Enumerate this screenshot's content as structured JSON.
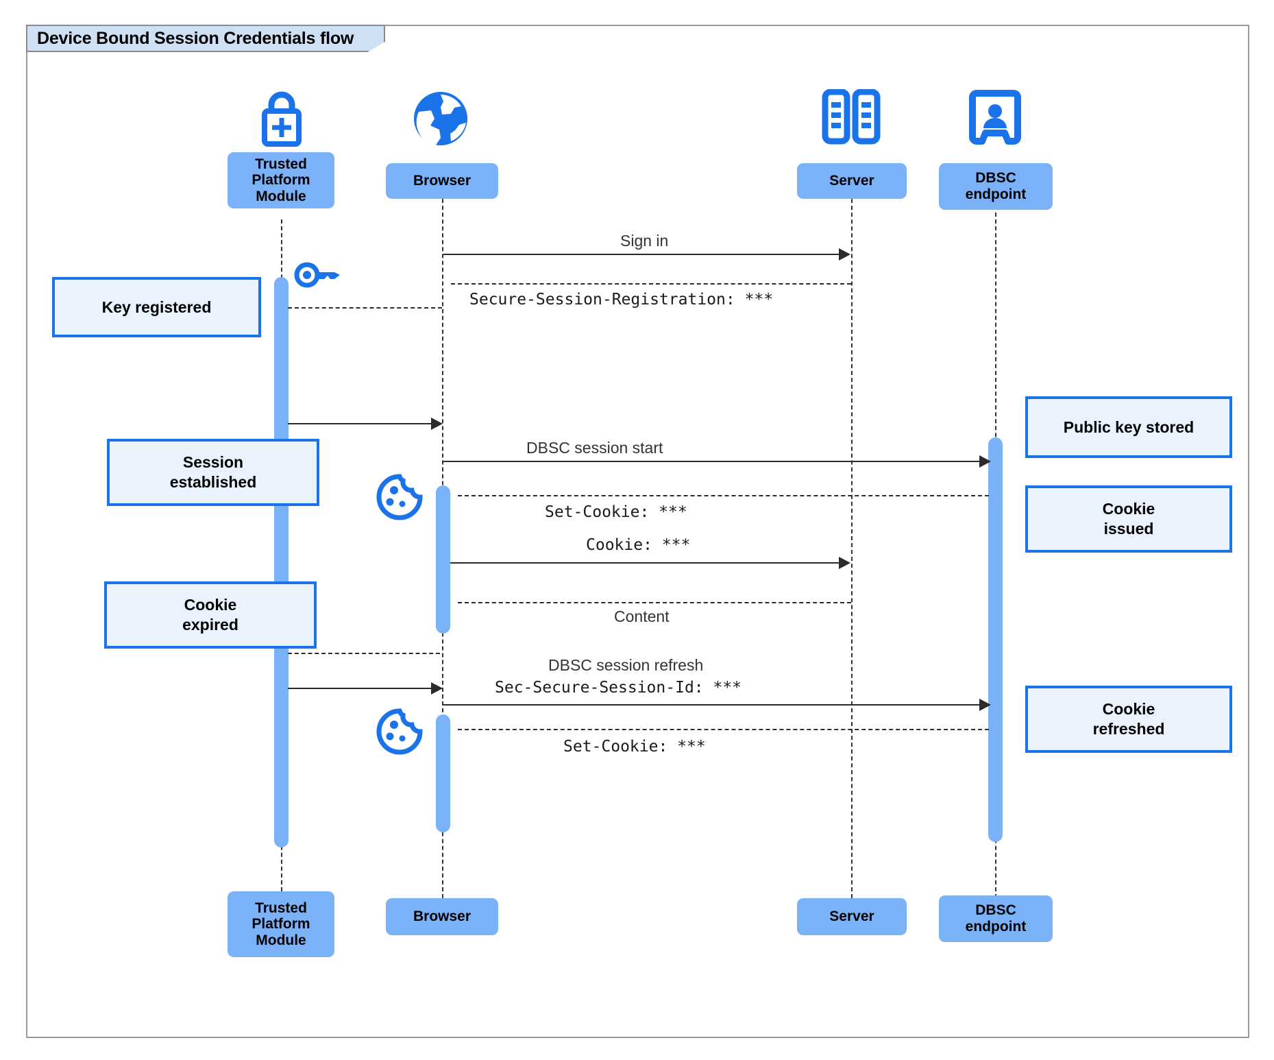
{
  "diagram": {
    "title": "Device Bound Session Credentials flow",
    "type": "uml-sequence-diagram",
    "colors": {
      "participant_fill": "#7bb1f7",
      "activation_fill": "#7bb1f7",
      "note_fill": "#eaf2fe",
      "note_border": "#1a73e8",
      "icon_blue": "#1a73e8",
      "frame_border": "#9a9a9a",
      "frame_label_fill": "#cfe0f5",
      "line_color": "#2b2b2b"
    }
  },
  "participants": [
    {
      "id": "tpm",
      "label": "Trusted\nPlatform\nModule",
      "icon": "lock-plus-icon"
    },
    {
      "id": "browser",
      "label": "Browser",
      "icon": "globe-icon"
    },
    {
      "id": "server",
      "label": "Server",
      "icon": "server-rack-icon"
    },
    {
      "id": "dbsc",
      "label": "DBSC\nendpoint",
      "icon": "id-badge-icon"
    }
  ],
  "participants_top": [
    {
      "line1": "Trusted",
      "line2": "Platform",
      "line3": "Module"
    },
    {
      "line1": "Browser"
    },
    {
      "line1": "Server"
    },
    {
      "line1": "DBSC",
      "line2": "endpoint"
    }
  ],
  "participants_bottom": [
    {
      "line1": "Trusted",
      "line2": "Platform",
      "line3": "Module"
    },
    {
      "line1": "Browser"
    },
    {
      "line1": "Server"
    },
    {
      "line1": "DBSC",
      "line2": "endpoint"
    }
  ],
  "messages": [
    {
      "id": "m1",
      "text": "Sign in",
      "style": "plain",
      "from": "browser",
      "to": "server",
      "arrow": "solid"
    },
    {
      "id": "m2",
      "text": "Secure-Session-Registration: ***",
      "style": "mono",
      "from": "server",
      "to": "browser",
      "arrow": "dashed"
    },
    {
      "id": "m3",
      "text": "DBSC session start",
      "style": "plain",
      "from": "browser",
      "to": "dbsc",
      "arrow": "solid"
    },
    {
      "id": "m4",
      "text": "Set-Cookie: ***",
      "style": "mono",
      "from": "dbsc",
      "to": "browser",
      "arrow": "dashed"
    },
    {
      "id": "m5",
      "text": "Cookie: ***",
      "style": "mono",
      "from": "browser",
      "to": "server",
      "arrow": "solid"
    },
    {
      "id": "m6",
      "text": "Content",
      "style": "plain",
      "from": "server",
      "to": "browser",
      "arrow": "dashed"
    },
    {
      "id": "m7",
      "text": "DBSC session refresh",
      "style": "plain",
      "from": "browser",
      "to": "dbsc",
      "arrow": "solid"
    },
    {
      "id": "m8",
      "text": "Sec-Secure-Session-Id: ***",
      "style": "mono",
      "from": "browser",
      "to": "dbsc",
      "arrow": "solid"
    },
    {
      "id": "m9",
      "text": "Set-Cookie: ***",
      "style": "mono",
      "from": "dbsc",
      "to": "browser",
      "arrow": "dashed"
    }
  ],
  "notes_left": [
    {
      "id": "n1",
      "line1": "Key registered"
    },
    {
      "id": "n2",
      "line1": "Session",
      "line2": "established"
    },
    {
      "id": "n3",
      "line1": "Cookie",
      "line2": "expired"
    }
  ],
  "notes_right": [
    {
      "id": "n4",
      "line1": "Public key stored"
    },
    {
      "id": "n5",
      "line1": "Cookie",
      "line2": "issued"
    },
    {
      "id": "n6",
      "line1": "Cookie",
      "line2": "refreshed"
    }
  ],
  "inline_icons": [
    {
      "id": "key",
      "name": "key-icon"
    },
    {
      "id": "cookie1",
      "name": "cookie-icon"
    },
    {
      "id": "cookie2",
      "name": "cookie-icon"
    }
  ]
}
